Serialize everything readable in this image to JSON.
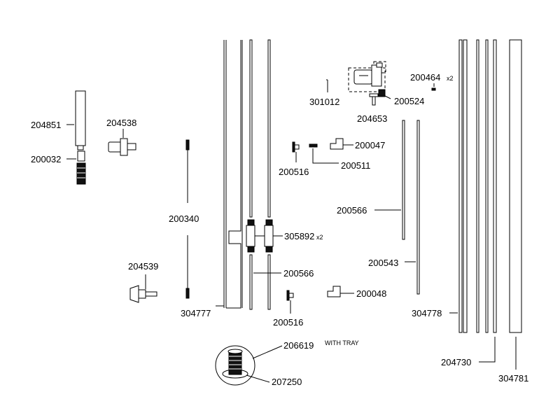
{
  "parts": {
    "p204851": "204851",
    "p204538": "204538",
    "p200032": "200032",
    "p200340": "200340",
    "p204539": "204539",
    "p304777": "304777",
    "p305892": "305892",
    "p305892_qty": "x2",
    "p200566_a": "200566",
    "p200566_b": "200566",
    "p200516_a": "200516",
    "p200516_b": "200516",
    "p200511": "200511",
    "p200047": "200047",
    "p200048": "200048",
    "p301012": "301012",
    "p204653": "204653",
    "p200524": "200524",
    "p200464": "200464",
    "p200464_qty": "x2",
    "p200543": "200543",
    "p304778": "304778",
    "p204730": "204730",
    "p304781": "304781",
    "p206619": "206619",
    "p206619_note": "WITH TRAY",
    "p207250": "207250"
  }
}
